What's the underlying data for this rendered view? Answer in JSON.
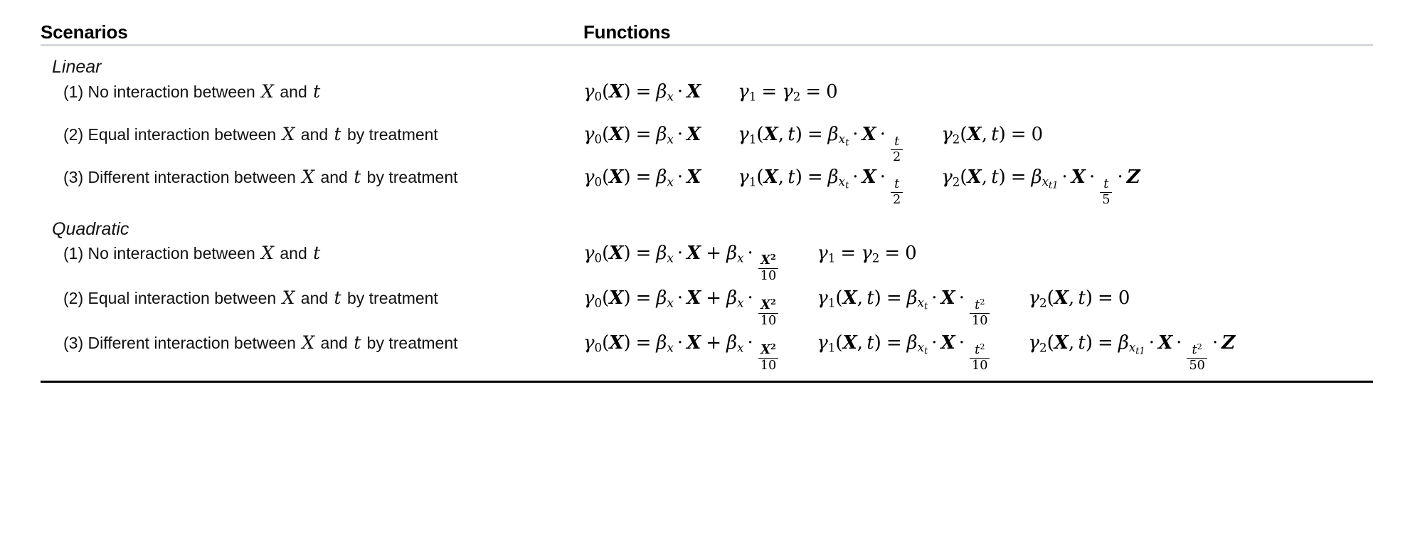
{
  "header": {
    "col_scenarios": "Scenarios",
    "col_functions": "Functions"
  },
  "groups": [
    {
      "name": "Linear",
      "rows": [
        {
          "index": "(1)",
          "label_pre": "(1) No interaction between ",
          "label_mid": " and ",
          "label_post": "",
          "var_x": "X",
          "var_t": "t",
          "scenario_text": "(1) No interaction between X and t",
          "functions": [
            "γ0(X) = βx · X",
            "γ1 = γ2 = 0"
          ]
        },
        {
          "index": "(2)",
          "scenario_text": "(2) Equal interaction between X and t by treatment",
          "label_post": " by treatment",
          "var_x": "X",
          "var_t": "t",
          "functions": [
            "γ0(X) = βx · X",
            "γ1(X,t) = βxt · X · t/2",
            "γ2(X,t) = 0"
          ]
        },
        {
          "index": "(3)",
          "scenario_text": "(3) Different interaction between X and t by treatment",
          "label_post": " by treatment",
          "var_x": "X",
          "var_t": "t",
          "functions": [
            "γ0(X) = βx · X",
            "γ1(X,t) = βxt · X · t/2",
            "γ2(X,t) = βxt1 · X · t/5 · Z"
          ]
        }
      ]
    },
    {
      "name": "Quadratic",
      "rows": [
        {
          "index": "(1)",
          "scenario_text": "(1) No interaction between X and t",
          "functions": [
            "γ0(X) = βx · X + βx · X²/10",
            "γ1 = γ2 = 0"
          ]
        },
        {
          "index": "(2)",
          "scenario_text": "(2) Equal interaction between X and t by treatment",
          "functions": [
            "γ0(X) = βx · X + βx · X²/10",
            "γ1(X,t) = βxt · X · t²/10",
            "γ2(X,t) = 0"
          ]
        },
        {
          "index": "(3)",
          "scenario_text": "(3) Different interaction between X and t by treatment",
          "functions": [
            "γ0(X) = βx · X + βx · X²/10",
            "γ1(X,t) = βxt · X · t²/10",
            "γ2(X,t) = βxt1 · X · t²/50 · Z"
          ]
        }
      ]
    }
  ],
  "scenario_labels": {
    "linear_1_a": "(1) No interaction between ",
    "linear_1_b": " and ",
    "linear_2_a": "(2) Equal interaction between ",
    "linear_2_b": " and ",
    "linear_2_c": " by treatment",
    "linear_3_a": "(3) Different interaction between ",
    "linear_3_b": " and ",
    "linear_3_c": " by treatment",
    "quad_1_a": "(1) No interaction between ",
    "quad_1_b": " and ",
    "quad_2_a": "(2) Equal interaction between ",
    "quad_2_b": " and ",
    "quad_2_c": " by treatment",
    "quad_3_a": "(3) Different interaction between ",
    "quad_3_b": " and ",
    "quad_3_c": " by treatment"
  },
  "symbols": {
    "gamma": "γ",
    "beta": "β",
    "X": "X",
    "t": "t",
    "Z": "Z",
    "dot": "·",
    "equals": "=",
    "plus": "+",
    "zero": "0",
    "sub_x": "x",
    "sub_t": "t",
    "sub_0": "0",
    "sub_1": "1",
    "sub_2": "2",
    "lparen": "(",
    "rparen": ")",
    "comma": ","
  },
  "fractions": {
    "t_over_2": {
      "num": "t",
      "den": "2"
    },
    "t_over_5": {
      "num": "t",
      "den": "5"
    },
    "X2_over_10": {
      "num": "X²",
      "den": "10"
    },
    "t2_over_10": {
      "num": "t²",
      "den": "10"
    },
    "t2_over_50": {
      "num": "t²",
      "den": "50"
    }
  },
  "colors": {
    "text": "#111111",
    "rule_top": "#d4d8dd",
    "rule_bottom": "#000000",
    "background": "#ffffff"
  }
}
